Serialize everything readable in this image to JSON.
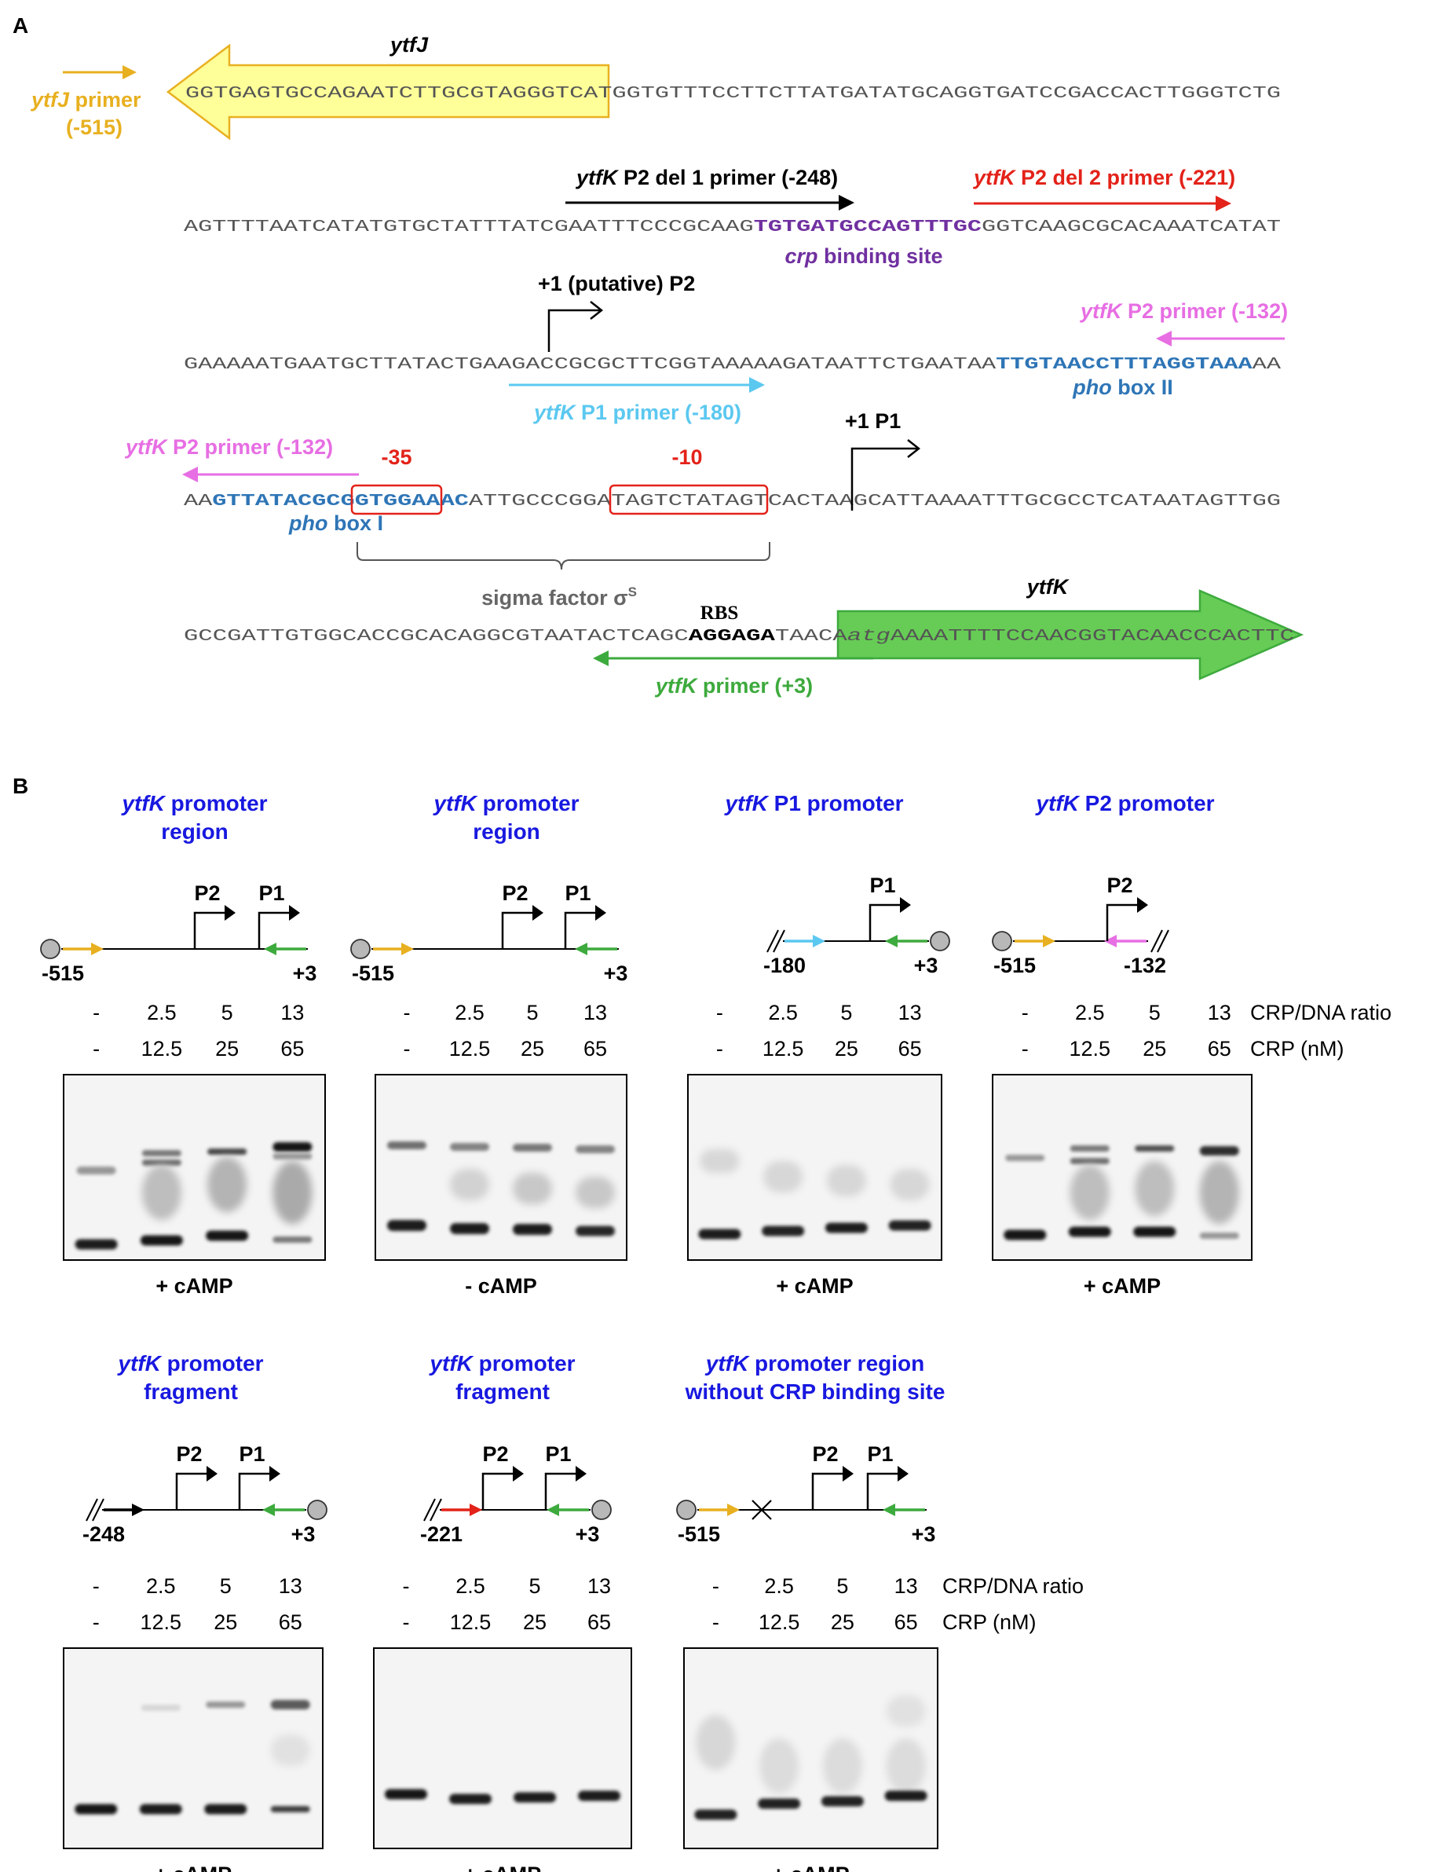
{
  "panel_a": {
    "letter": "A",
    "rows": [
      {
        "segments": [
          {
            "text": "GGTGAGTGCCAGAATCTTGCGTAGGGTCAT",
            "color": "#555555",
            "bold": false,
            "italic": false
          },
          {
            "text": "GGTGTTTCCTTCTTATGATATGCAGGTGATCCGACCACTTGGGTCTG",
            "color": "#555555",
            "bold": false,
            "italic": false
          }
        ]
      },
      {
        "segments": [
          {
            "text": "AGTTTTAATCATATGTGCTATTTATCGAATTTCCCGCAAG",
            "color": "#555555",
            "bold": false,
            "italic": false
          },
          {
            "text": "TGTGATGCCAGTTTGC",
            "color": "#7030a0",
            "bold": true,
            "italic": false
          },
          {
            "text": "GGTCAAGCGCACAAATCATAT",
            "color": "#555555",
            "bold": false,
            "italic": false
          }
        ]
      },
      {
        "segments": [
          {
            "text": "GAAAAATGAATGCTTATACTGAAGACCGCGCTTCGGTAAAAAGATAATTCTGAATAA",
            "color": "#555555",
            "bold": false,
            "italic": false
          },
          {
            "text": "TTGTAACCTTTAGGTAAA",
            "color": "#2e75b6",
            "bold": true,
            "italic": false
          },
          {
            "text": "AA",
            "color": "#555555",
            "bold": false,
            "italic": false
          }
        ]
      },
      {
        "segments": [
          {
            "text": "AA",
            "color": "#555555",
            "bold": false,
            "italic": false
          },
          {
            "text": "GTTATACGCGGTGGAAAC",
            "color": "#2e75b6",
            "bold": true,
            "italic": false
          },
          {
            "text": "ATTGCCCGGATAGTCTATAGTCACTAAGCATTAAAATTTGCGCCTCATAATAGTTGG",
            "color": "#555555",
            "bold": false,
            "italic": false
          }
        ]
      },
      {
        "segments": [
          {
            "text": "GCCGATTGTGGCACCGCACAGGCGTAATACTCAGC",
            "color": "#555555",
            "bold": false,
            "italic": false
          },
          {
            "text": "AGGAGA",
            "color": "#000000",
            "bold": true,
            "italic": false
          },
          {
            "text": "TAACA",
            "color": "#555555",
            "bold": false,
            "italic": false
          },
          {
            "text": "atg",
            "color": "#555555",
            "bold": false,
            "italic": true
          },
          {
            "text": "AAAATTTTCCAACGGTACAACCCACTTC",
            "color": "#555555",
            "bold": false,
            "italic": false
          }
        ]
      }
    ],
    "labels": {
      "ytfj_gene": "ytfJ",
      "ytfj_primer": "ytfJ",
      "ytfj_primer_suffix": " primer",
      "ytfj_primer_pos": "(-515)",
      "del1_gene": "ytfK",
      "del1_text": " P2 del 1 primer (-248)",
      "del2_gene": "ytfK",
      "del2_text": " P2 del 2 primer (-221)",
      "crp_gene": "crp",
      "crp_text": " binding site",
      "p2_tss": "+1 (putative) P2",
      "p2_primer_gene": "ytfK",
      "p2_primer_text": " P2 primer (-132)",
      "pho2_gene": "pho",
      "pho2_text": " box II",
      "p1_primer_gene": "ytfK",
      "p1_primer_text": " P1 primer (-180)",
      "p1_tss": "+1 P1",
      "minus35": "-35",
      "minus10": "-10",
      "pho1_gene": "pho",
      "pho1_text": " box I",
      "sigma_text": "sigma factor σ",
      "sigma_sup": "S",
      "rbs": "RBS",
      "ytfk_gene": "ytfK",
      "ytfk_primer_gene": "ytfK",
      "ytfk_primer_text": " primer (+3)"
    }
  },
  "panel_b": {
    "letter": "B",
    "ratio_label": "CRP/DNA ratio",
    "crp_label": "CRP (nM)",
    "ratios": [
      "-",
      "2.5",
      "5",
      "13"
    ],
    "concentrations": [
      "-",
      "12.5",
      "25",
      "65"
    ],
    "top_panels": [
      {
        "title_gene": "ytfK",
        "title_rest": " promoter",
        "title_line2": "region",
        "left_pos": "-515",
        "right_pos": "+3",
        "p2_label": "P2",
        "p1_label": "P1",
        "condition": "+ cAMP"
      },
      {
        "title_gene": "ytfK",
        "title_rest": " promoter",
        "title_line2": "region",
        "left_pos": "-515",
        "right_pos": "+3",
        "p2_label": "P2",
        "p1_label": "P1",
        "condition": "- cAMP"
      },
      {
        "title_gene": "ytfK",
        "title_rest": " P1 promoter",
        "title_line2": "",
        "left_pos": "-180",
        "right_pos": "+3",
        "p1_label": "P1",
        "condition": "+ cAMP"
      },
      {
        "title_gene": "ytfK",
        "title_rest": " P2 promoter",
        "title_line2": "",
        "left_pos": "-515",
        "right_pos": "-132",
        "p2_label": "P2",
        "condition": "+ cAMP"
      }
    ],
    "bottom_panels": [
      {
        "title_gene": "ytfK",
        "title_rest": " promoter",
        "title_line2": "fragment",
        "left_pos": "-248",
        "right_pos": "+3",
        "p2_label": "P2",
        "p1_label": "P1",
        "condition": "+ cAMP"
      },
      {
        "title_gene": "ytfK",
        "title_rest": " promoter",
        "title_line2": "fragment",
        "left_pos": "-221",
        "right_pos": "+3",
        "p2_label": "P2",
        "p1_label": "P1",
        "condition": "+ cAMP"
      },
      {
        "title_gene": "ytfK",
        "title_rest": " promoter region",
        "title_line2": "without CRP binding site",
        "left_pos": "-515",
        "right_pos": "+3",
        "p2_label": "P2",
        "p1_label": "P1",
        "condition": "+ cAMP"
      }
    ]
  },
  "colors": {
    "ytfj_fill": "#ffff99",
    "ytfj_stroke": "#e8b020",
    "ytfj_primer": "#e8b020",
    "ytfk_fill": "#66cc55",
    "ytfk_stroke": "#3daa3d",
    "ytfk_primer": "#3daa3d",
    "del1": "#000000",
    "del2": "#e32219",
    "p2_primer": "#e76ee3",
    "p1_primer": "#5bc8f0",
    "crp_site": "#7030a0",
    "pho_box": "#2e75b6",
    "box_red": "#e32219",
    "sigma": "#666666",
    "title_blue": "#1818e0"
  }
}
